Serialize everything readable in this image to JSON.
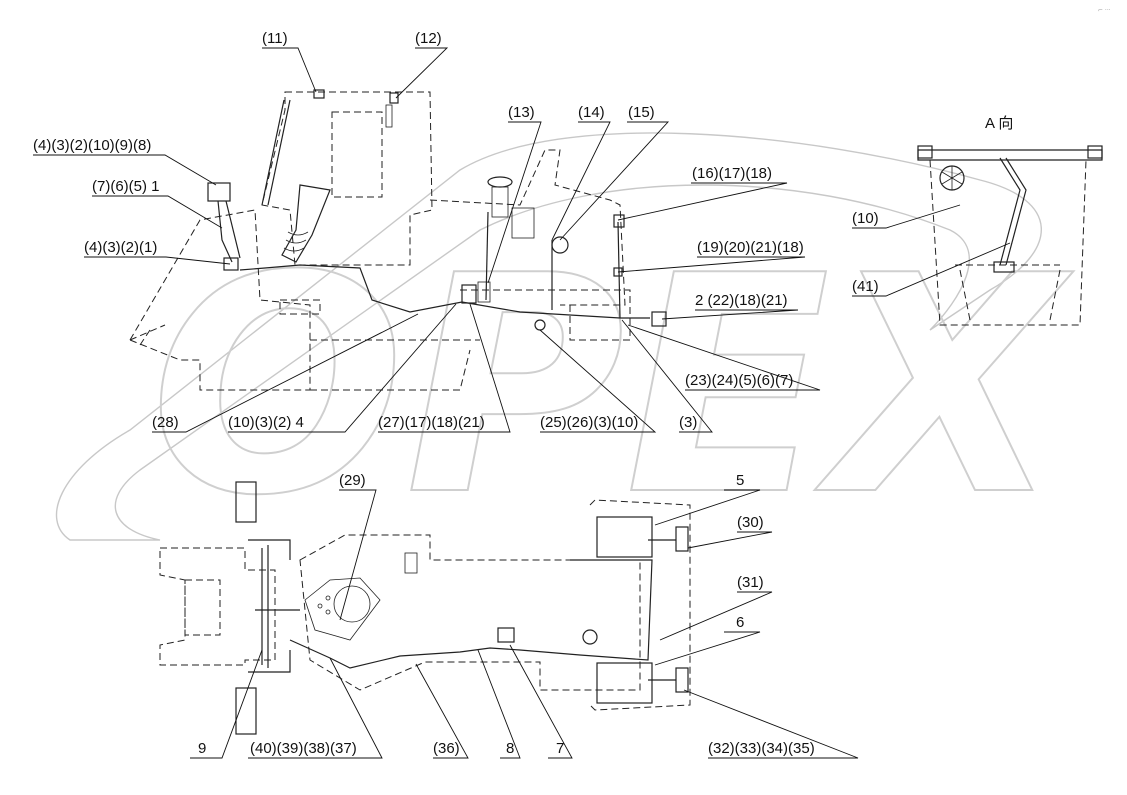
{
  "watermark": {
    "text": "OPEX"
  },
  "corner_mark": "⌐ ···",
  "view_title": "A 向",
  "callouts": {
    "c11": "(11)",
    "c12": "(12)",
    "c13": "(13)",
    "c14": "(14)",
    "c15": "(15)",
    "c4_3_2_10_9_8": "(4)(3)(2)(10)(9)(8)",
    "c7_6_5_1": "(7)(6)(5) 1",
    "c4_3_2_1": "(4)(3)(2)(1)",
    "c16_17_18": "(16)(17)(18)",
    "c10": "(10)",
    "c19_20_21_18": "(19)(20)(21)(18)",
    "c41": "(41)",
    "c2_22_18_21": "2 (22)(18)(21)",
    "c23_24_5_6_7": "(23)(24)(5)(6)(7)",
    "c28": "(28)",
    "c10_3_2_4": "(10)(3)(2) 4",
    "c27_17_18_21": "(27)(17)(18)(21)",
    "c25_26_3_10": "(25)(26)(3)(10)",
    "c3": "(3)",
    "c29": "(29)",
    "c5": "5",
    "c30": "(30)",
    "c31": "(31)",
    "c6": "6",
    "c9": "9",
    "c40_39_38_37": "(40)(39)(38)(37)",
    "c36": "(36)",
    "c8": "8",
    "c7": "7",
    "c32_33_34_35": "(32)(33)(34)(35)"
  }
}
